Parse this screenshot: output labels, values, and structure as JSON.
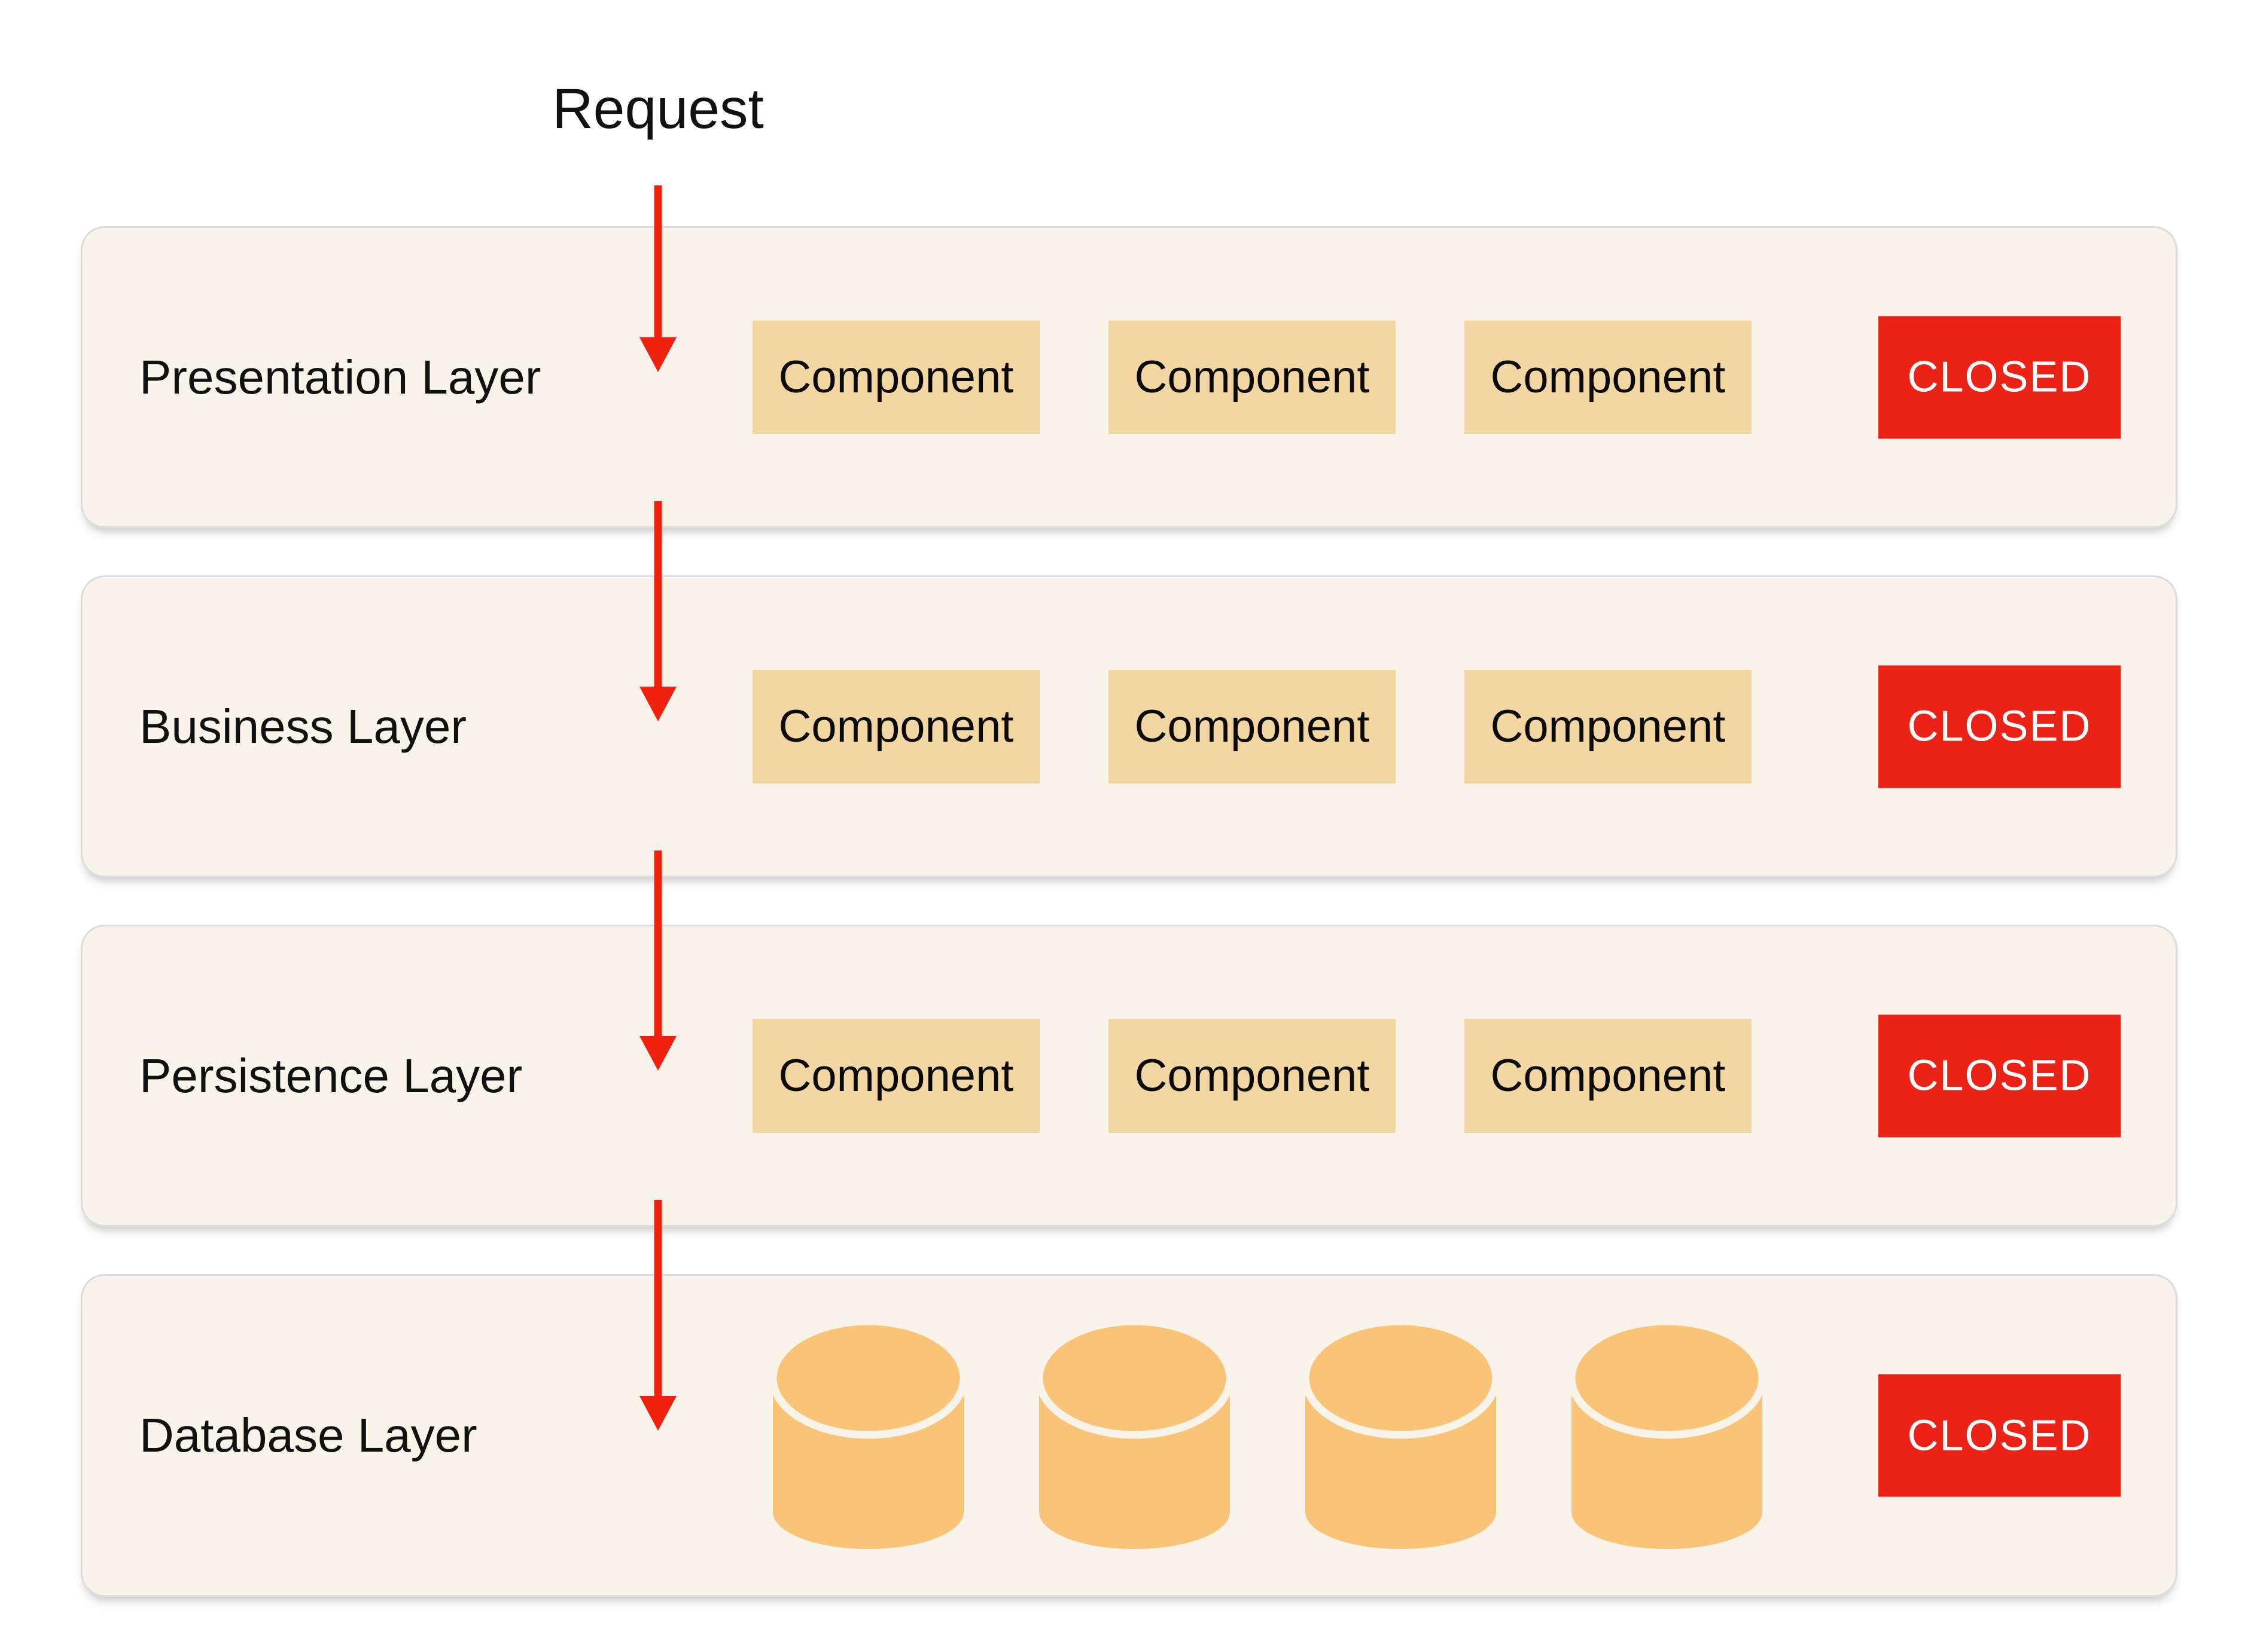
{
  "diagram": {
    "request_label": "Request",
    "flow_direction": "top-to-bottom",
    "layers": [
      {
        "name": "Presentation Layer",
        "components": [
          "Component",
          "Component",
          "Component"
        ],
        "status": "CLOSED"
      },
      {
        "name": "Business Layer",
        "components": [
          "Component",
          "Component",
          "Component"
        ],
        "status": "CLOSED"
      },
      {
        "name": "Persistence Layer",
        "components": [
          "Component",
          "Component",
          "Component"
        ],
        "status": "CLOSED"
      },
      {
        "name": "Database Layer",
        "database_icon": "database-cylinder",
        "database_count": 4,
        "status": "CLOSED"
      }
    ]
  },
  "colors": {
    "page-bg": "#ffffff",
    "panel-bg": "#f8f4e9",
    "panel-border": "#dcdcdc",
    "component-bg": "#f3d7a3",
    "db-orange": "#fac478",
    "closed-bg": "#ea2316",
    "closed-text": "#ffffff",
    "arrow": "#ee220f",
    "text": "#111111"
  }
}
